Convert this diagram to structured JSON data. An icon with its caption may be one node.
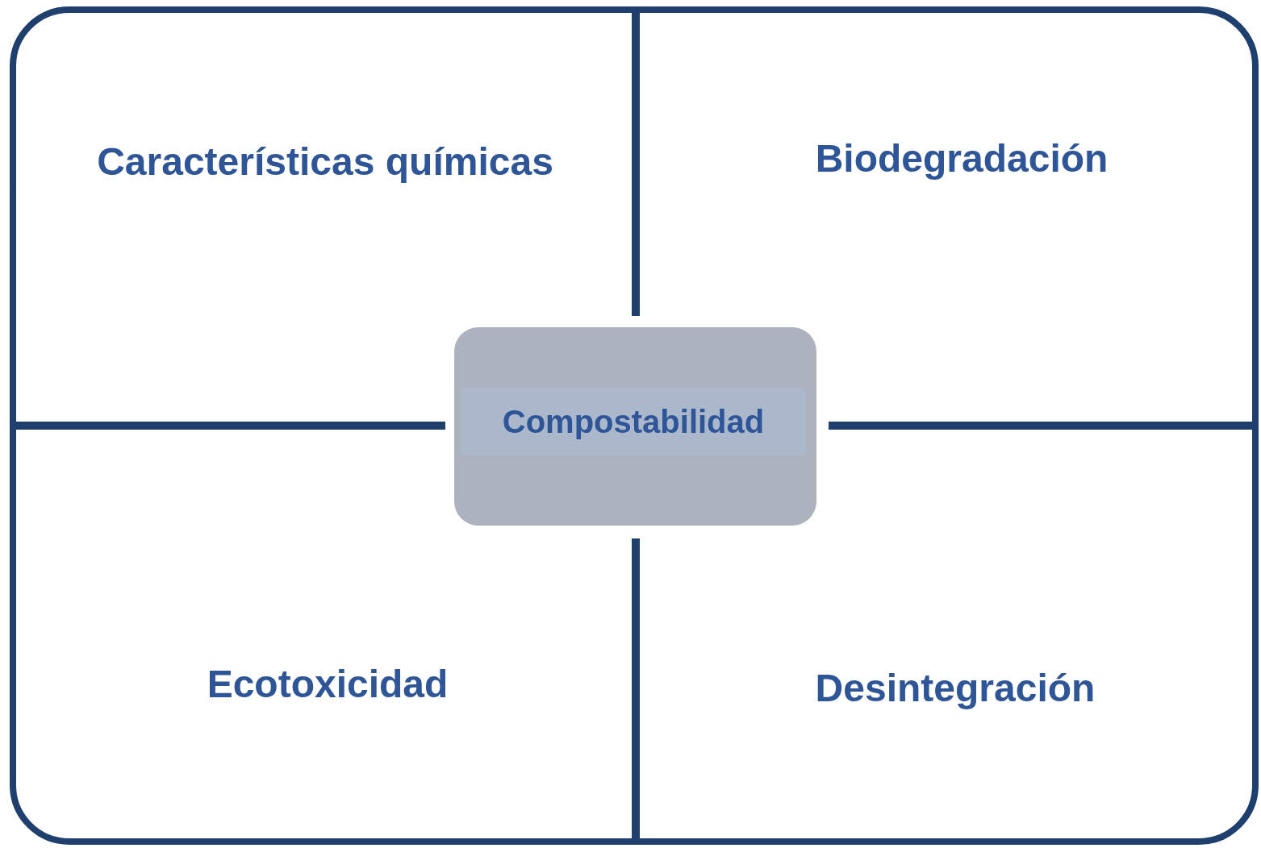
{
  "diagram": {
    "nodes": [
      {
        "text": [
          "Características químicas"
        ]
      },
      {
        "text": [
          "Biodegradación"
        ]
      },
      {
        "text": [
          "Compostabilidad"
        ]
      },
      {
        "text": [
          "Ecotoxicidad"
        ]
      },
      {
        "text": [
          "Desintegración"
        ]
      }
    ],
    "edges": []
  }
}
